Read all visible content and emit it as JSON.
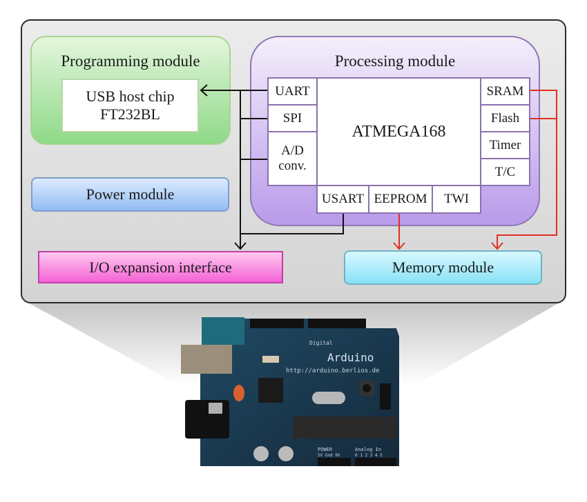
{
  "diagram": {
    "modules": {
      "programming": {
        "title": "Programming module",
        "chip_line1": "USB host chip",
        "chip_line2": "FT232BL",
        "color": "#8ed988"
      },
      "power": {
        "title": "Power module",
        "color": "#93bcf2"
      },
      "io": {
        "title": "I/O expansion interface",
        "color": "#f462d6"
      },
      "memory": {
        "title": "Memory module",
        "color": "#88e2f6"
      },
      "processing": {
        "title": "Processing module",
        "core": "ATMEGA168",
        "left_ports": [
          "UART",
          "SPI",
          "A/D",
          "conv."
        ],
        "right_ports": [
          "SRAM",
          "Flash",
          "Timer",
          "T/C"
        ],
        "bottom_ports": [
          "USART",
          "EEPROM",
          "TWI"
        ],
        "color": "#b99bea"
      }
    },
    "connections": [
      {
        "from": "UART",
        "to": "USB host chip FT232BL",
        "color": "#000000"
      },
      {
        "from": "SPI",
        "to": "I/O expansion interface",
        "color": "#000000"
      },
      {
        "from": "A/D conv.",
        "to": "I/O expansion interface",
        "color": "#000000"
      },
      {
        "from": "USART",
        "to": "I/O expansion interface",
        "color": "#000000"
      },
      {
        "from": "EEPROM",
        "to": "Memory module",
        "color": "#e03020"
      },
      {
        "from": "SRAM",
        "to": "Memory module",
        "color": "#e03020"
      },
      {
        "from": "Flash",
        "to": "Memory module",
        "color": "#e03020"
      }
    ],
    "board": {
      "brand": "Arduino",
      "url": "http://arduino.berlios.de",
      "header_label_digital": "Digital",
      "header_label_power": "POWER",
      "header_label_analog": "Analog In",
      "power_pins": "5V Gnd 9V",
      "analog_pins": "0 1 2 3 4 5",
      "pcb_color": "#1d3a52"
    }
  }
}
